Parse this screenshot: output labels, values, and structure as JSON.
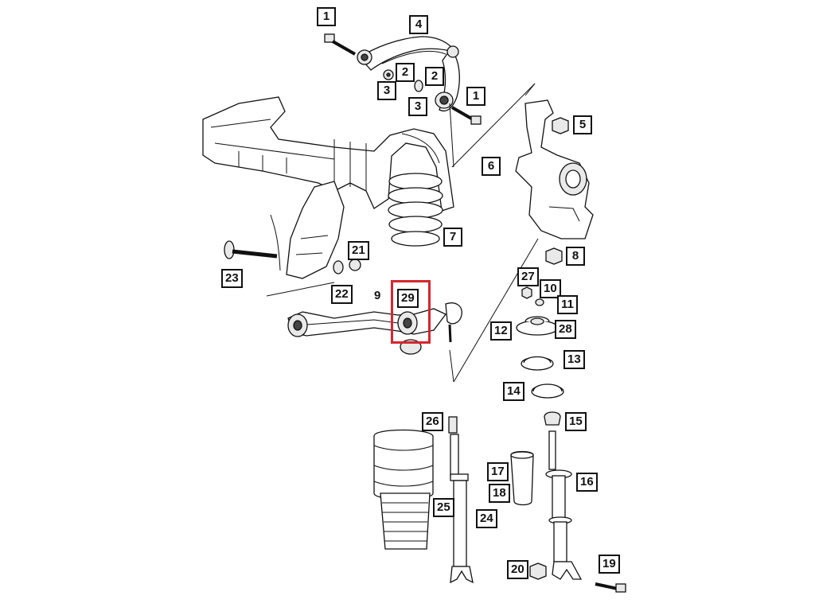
{
  "diagram": {
    "highlight_color": "#d8262e",
    "line_color": "#111111",
    "highlighted_callout": "29",
    "callouts": {
      "c1a": "1",
      "c4": "4",
      "c2a": "2",
      "c2b": "2",
      "c3a": "3",
      "c3b": "3",
      "c1b": "1",
      "c5": "5",
      "c6": "6",
      "c7": "7",
      "c8": "8",
      "c21": "21",
      "c23": "23",
      "c22": "22",
      "c9": "9",
      "c29": "29",
      "c27": "27",
      "c10": "10",
      "c11": "11",
      "c12": "12",
      "c28": "28",
      "c13": "13",
      "c14": "14",
      "c26": "26",
      "c15": "15",
      "c17": "17",
      "c18": "18",
      "c16": "16",
      "c25": "25",
      "c24": "24",
      "c20": "20",
      "c19": "19"
    }
  }
}
